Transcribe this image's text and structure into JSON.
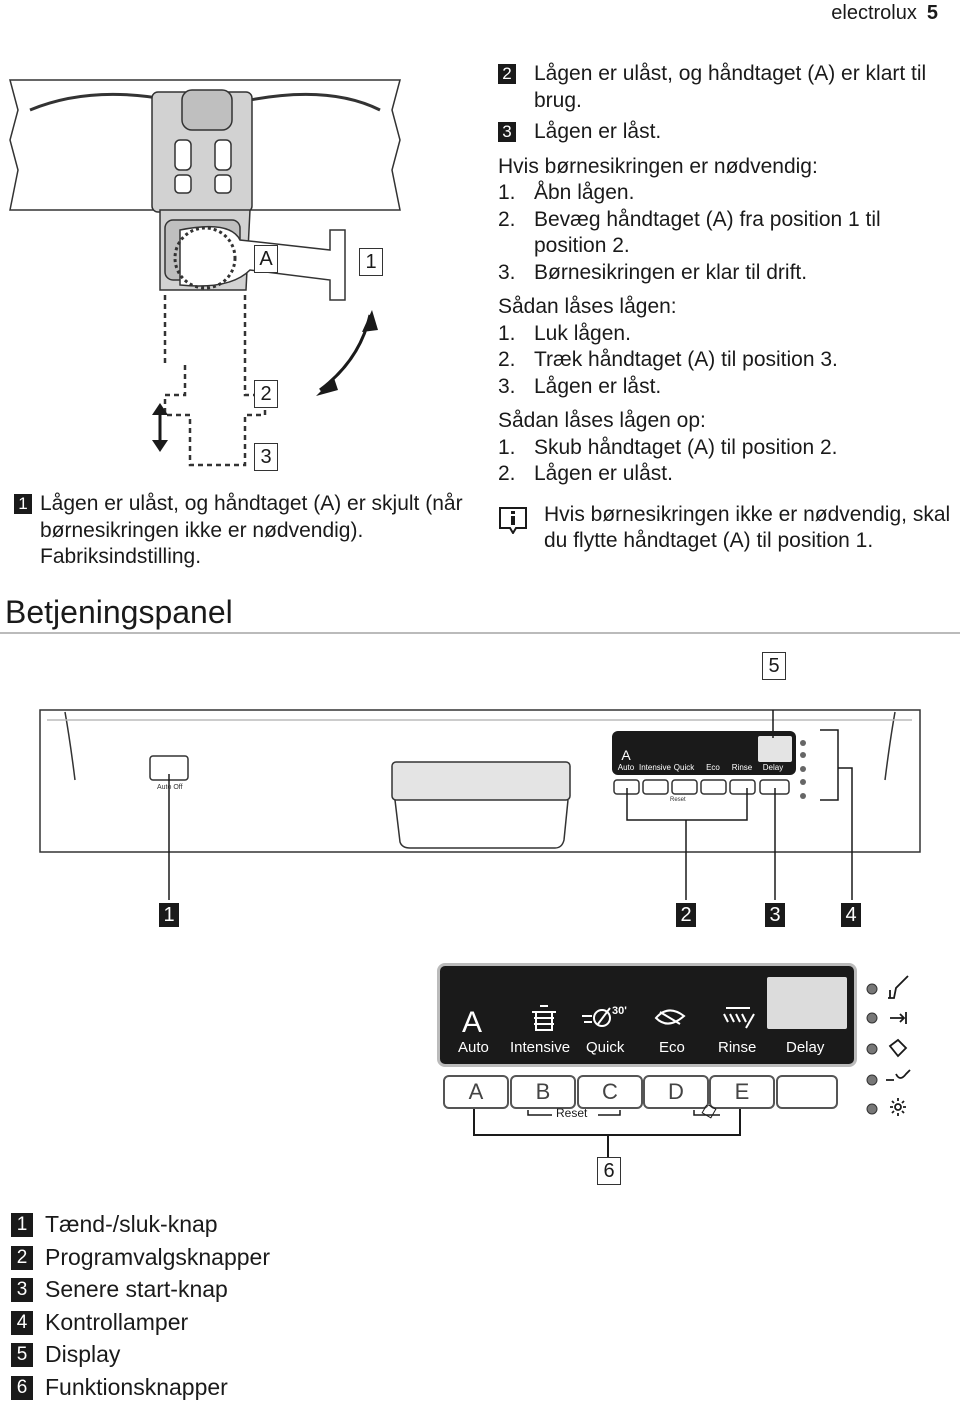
{
  "header": {
    "brand": "electrolux",
    "page": "5"
  },
  "steps_right": [
    {
      "n": "2",
      "text": "Lågen er ulåst, og håndtaget (A) er klart til brug."
    },
    {
      "n": "3",
      "text": "Lågen er låst."
    }
  ],
  "child_lock": {
    "heading": "Hvis børnesikringen er nødvendig:",
    "items": [
      {
        "n": "1.",
        "text": "Åbn lågen."
      },
      {
        "n": "2.",
        "text": "Bevæg håndtaget (A) fra position 1 til position 2."
      },
      {
        "n": "3.",
        "text": "Børnesikringen er klar til drift."
      }
    ]
  },
  "lock_door": {
    "heading": "Sådan låses lågen:",
    "items": [
      {
        "n": "1.",
        "text": "Luk lågen."
      },
      {
        "n": "2.",
        "text": "Træk håndtaget (A) til position 3."
      },
      {
        "n": "3.",
        "text": "Lågen er låst."
      }
    ]
  },
  "unlock_door": {
    "heading": "Sådan låses lågen op:",
    "items": [
      {
        "n": "1.",
        "text": "Skub håndtaget (A) til position 2."
      },
      {
        "n": "2.",
        "text": "Lågen er ulåst."
      }
    ]
  },
  "info_note": "Hvis børnesikringen ikke er nødvendig, skal du flytte håndtaget (A) til position 1.",
  "step1": {
    "n": "1",
    "text": "Lågen er ulåst, og håndtaget (A) er skjult (når børnesikringen ikke er nødvendig). Fabriksindstilling."
  },
  "figure_top_labels": {
    "a": "A",
    "p1": "1",
    "p2": "2",
    "p3": "3"
  },
  "section_title": "Betjeningspanel",
  "panel_callouts": {
    "c5": "5",
    "c1": "1",
    "c2": "2",
    "c3": "3",
    "c4": "4",
    "c6": "6"
  },
  "panel": {
    "onoff_label": "Auto Off",
    "programs": [
      "Auto",
      "Intensive",
      "Quick",
      "Eco",
      "Rinse",
      "Delay"
    ],
    "program_symbols": [
      "A",
      "",
      "30'",
      "",
      "",
      ""
    ],
    "buttons": [
      "A",
      "B",
      "C",
      "D",
      "E",
      ""
    ],
    "reset_label": "Reset"
  },
  "legend": [
    {
      "n": "1",
      "text": "Tænd-/sluk-knap"
    },
    {
      "n": "2",
      "text": "Programvalgsknapper"
    },
    {
      "n": "3",
      "text": "Senere start-knap"
    },
    {
      "n": "4",
      "text": "Kontrollamper"
    },
    {
      "n": "5",
      "text": "Display"
    },
    {
      "n": "6",
      "text": "Funktionsknapper"
    }
  ]
}
